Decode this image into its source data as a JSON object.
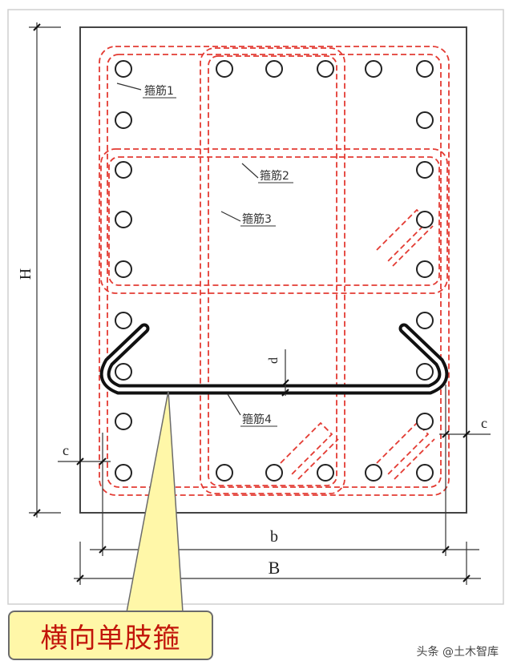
{
  "labels": {
    "stirrup1": "箍筋1",
    "stirrup2": "箍筋2",
    "stirrup3": "箍筋3",
    "stirrup4": "箍筋4",
    "height": "H",
    "width_b": "b",
    "width_B": "B",
    "cover_left": "c",
    "cover_right": "c",
    "diameter": "d"
  },
  "callout": {
    "text": "横向单肢箍"
  },
  "watermark": {
    "text": "头条 @土木智库"
  },
  "colors": {
    "stirrup_dashed": "#e33b33",
    "section_outline": "#444444",
    "single_leg_stirrup": "#111111",
    "callout_fill": "#fff7a8",
    "callout_text": "#c2150a"
  }
}
